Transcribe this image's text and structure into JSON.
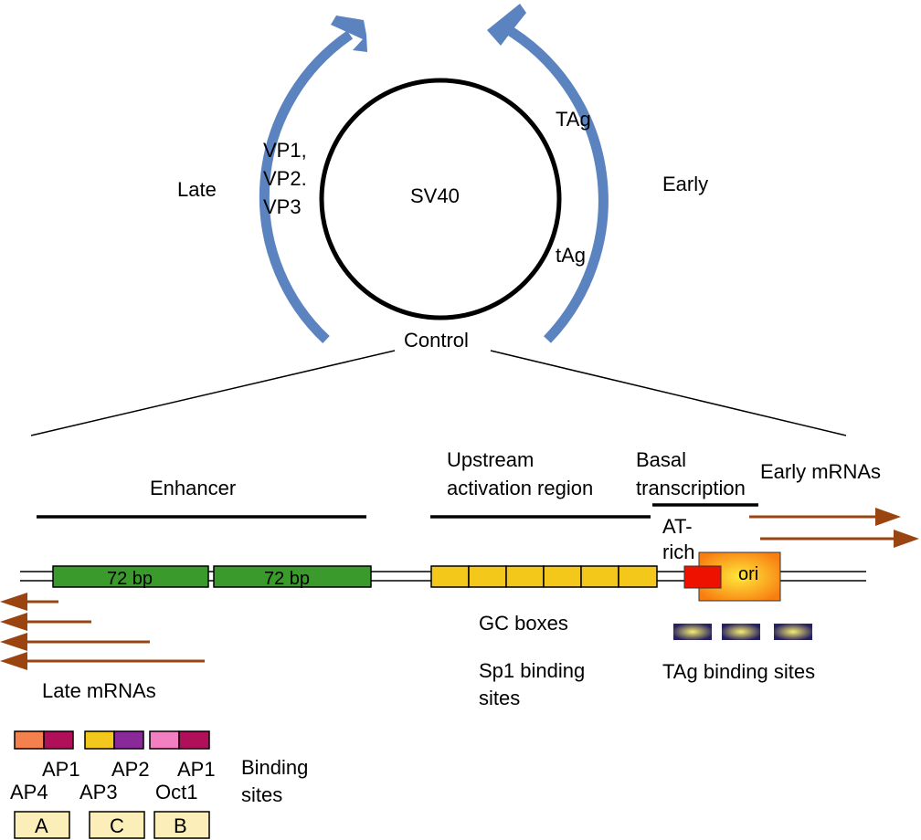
{
  "labels": {
    "genome": "SV40",
    "late": "Late",
    "early": "Early",
    "vp1": "VP1,",
    "vp2": "VP2.",
    "vp3": "VP3",
    "tag_large": "TAg",
    "tag_small": "tAg",
    "control": "Control",
    "enhancer": "Enhancer",
    "upstream_1": "Upstream",
    "upstream_2": "activation region",
    "basal_1": "Basal",
    "basal_2": "transcription",
    "early_mrnas": "Early mRNAs",
    "at_1": "AT-",
    "at_2": "rich",
    "repeat_1": "72 bp",
    "repeat_2": "72 bp",
    "ori": "ori",
    "gc_boxes": "GC boxes",
    "sp1_1": "Sp1 binding",
    "sp1_2": "sites",
    "tag_sites": "TAg binding sites",
    "late_mrnas": "Late mRNAs",
    "binding_1": "Binding",
    "binding_2": "sites"
  },
  "binding_sites": {
    "top_row": [
      "AP1",
      "AP2",
      "AP1"
    ],
    "bottom_row": [
      "AP4",
      "AP3",
      "Oct1"
    ],
    "motifs": [
      "A",
      "C",
      "B"
    ]
  },
  "colors": {
    "arc": "#5b83bf",
    "repeat": "#3a9a2c",
    "gc": "#f4c81a",
    "mrna": "#994411",
    "at_rich": "#ee1100",
    "ori_center": "#ffe93a",
    "ori_edge": "#f87e12",
    "tag_site": "#25205f",
    "tag_site_center": "#f8ee70",
    "ap4": "#f4804e",
    "ap1": "#b0105a",
    "ap2": "#f2c81c",
    "ap3": "#8a2a9a",
    "oct1": "#f27fc0",
    "motif": "#fbeeb8"
  }
}
